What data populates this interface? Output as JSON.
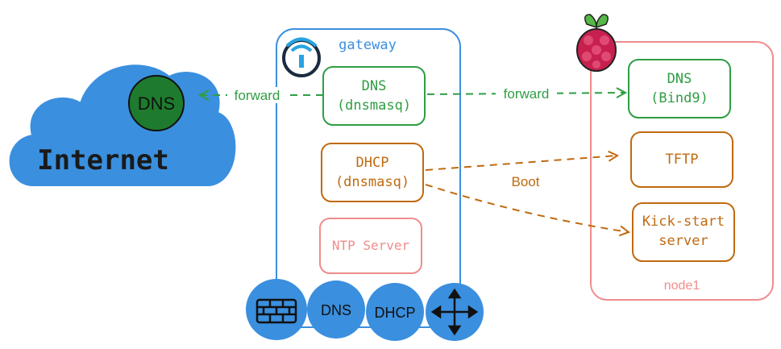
{
  "internet": {
    "label": "Internet",
    "dns_badge": "DNS"
  },
  "gateway": {
    "title": "gateway",
    "dns": {
      "line1": "DNS",
      "line2": "(dnsmasq)"
    },
    "dhcp": {
      "line1": "DHCP",
      "line2": "(dnsmasq)"
    },
    "ntp": {
      "label": "NTP Server"
    },
    "bottom_icons": {
      "dns": "DNS",
      "dhcp": "DHCP",
      "firewall_icon": "firewall-icon",
      "router_icon": "router-arrows-icon"
    },
    "top_icon": "wifi-icon"
  },
  "node1": {
    "title": "node1",
    "logo_icon": "raspberry-pi-icon",
    "dns": {
      "line1": "DNS",
      "line2": "(Bind9)"
    },
    "tftp": {
      "label": "TFTP"
    },
    "kickstart": {
      "line1": "Kick-start",
      "line2": "server"
    }
  },
  "edges": {
    "forward_left": "forward",
    "forward_right": "forward",
    "boot": "Boot"
  },
  "colors": {
    "blue": "#3b8fdf",
    "green": "#2f9e44",
    "orange": "#c06a10",
    "pink": "#f08c8c",
    "cloud": "#3a8fde"
  }
}
